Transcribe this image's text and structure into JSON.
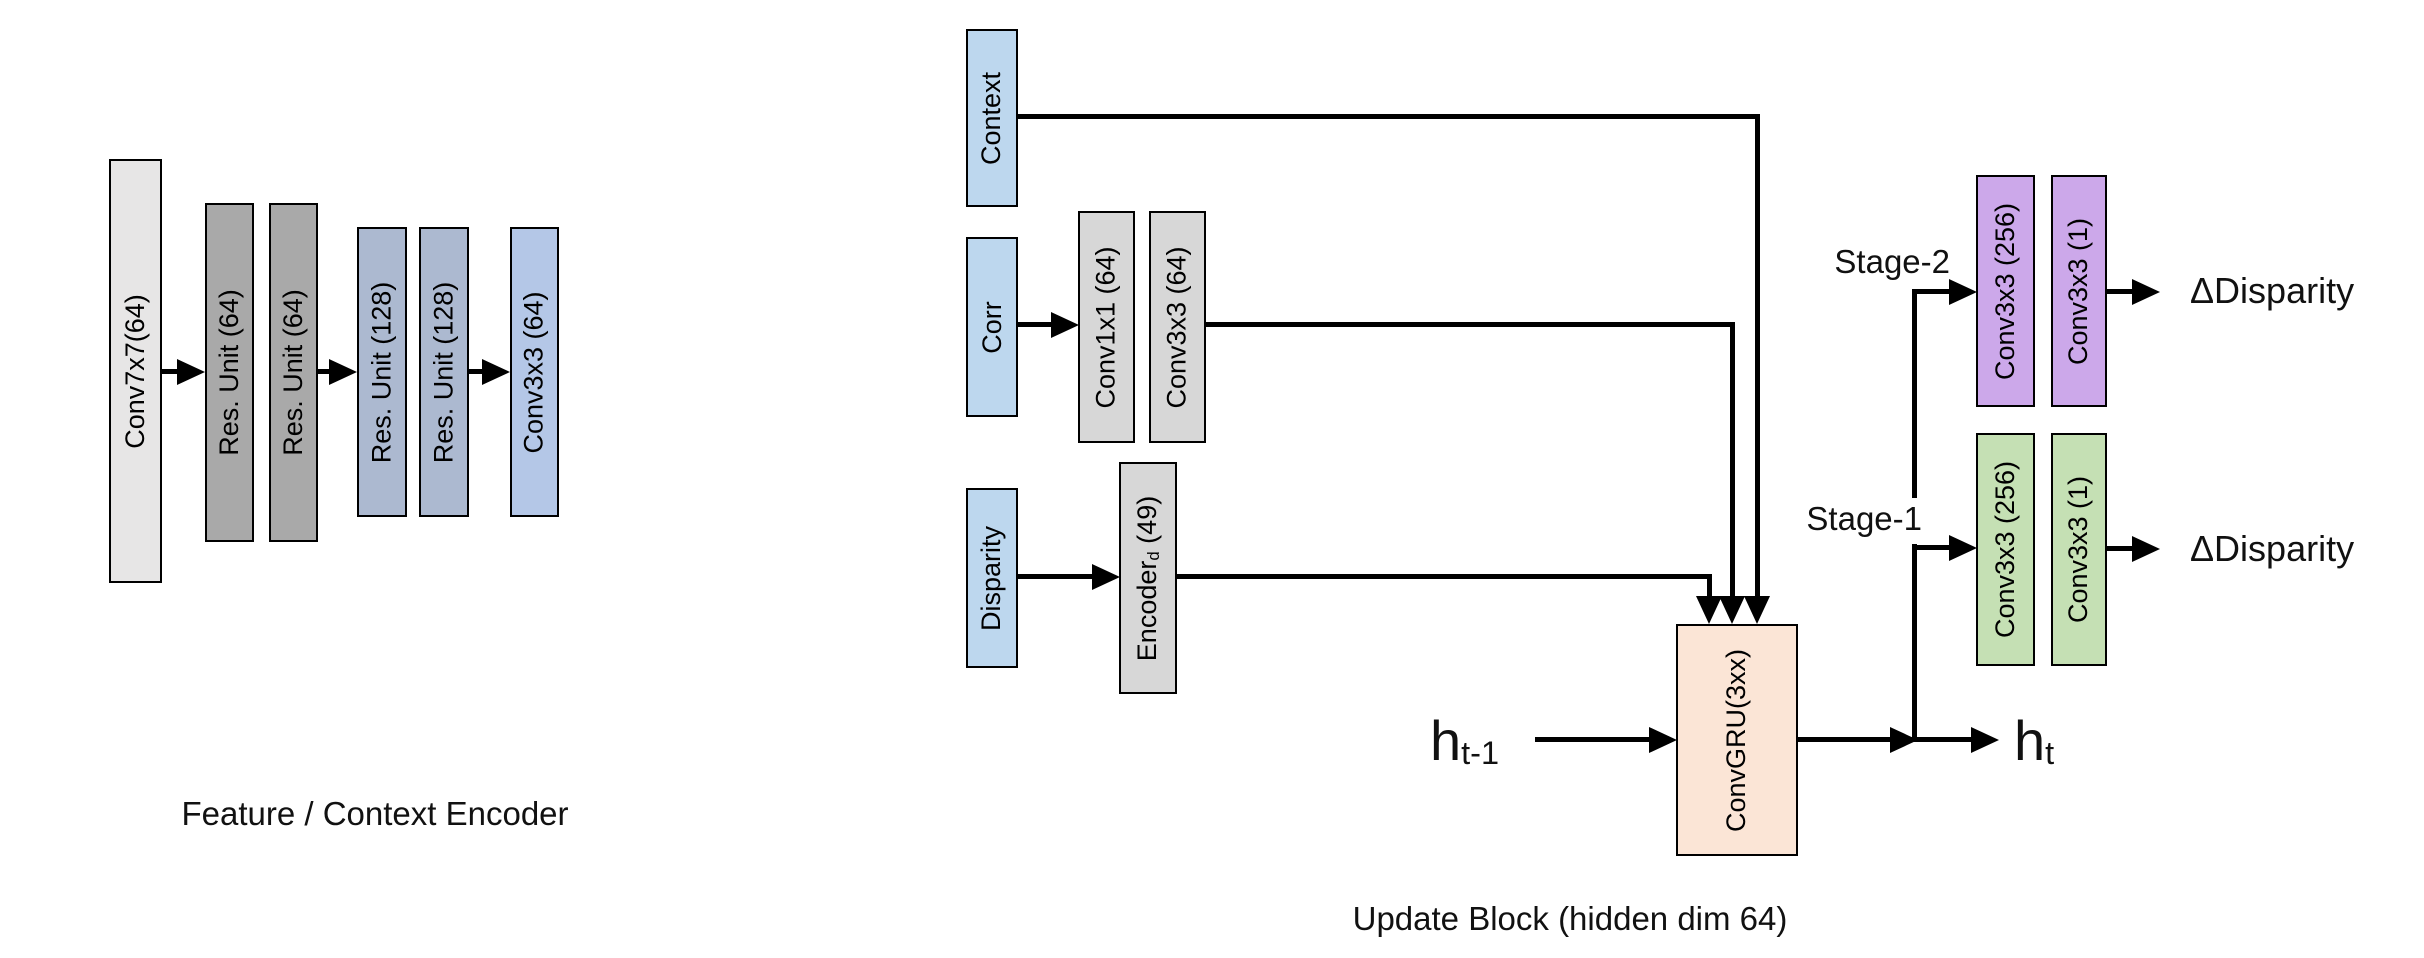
{
  "colors": {
    "gray_light": "#e7e6e6",
    "gray_mid": "#a9a9a9",
    "blue_gray": "#acb9d0",
    "blue_light": "#b4c7e7",
    "input_blue": "#bdd7ee",
    "encoder_gray": "#d7d7d7",
    "gru_peach": "#fbe5d6",
    "head_purple": "#cca8ea",
    "head_green": "#c5e0b4",
    "line_black": "#000000"
  },
  "left": {
    "caption": "Feature / Context Encoder",
    "boxes": [
      "Conv7x7(64)",
      "Res. Unit (64)",
      "Res. Unit (64)",
      "Res. Unit (128)",
      "Res. Unit (128)",
      "Conv3x3 (64)"
    ]
  },
  "update": {
    "caption": "Update Block (hidden dim 64)",
    "inputs": [
      "Context",
      "Corr",
      "Disparity"
    ],
    "corr_enc": [
      "Conv1x1 (64)",
      "Conv3x3 (64)"
    ],
    "disp_enc": {
      "main": "Encoder",
      "sub": "d",
      "rest": " (49)"
    },
    "gru": "ConvGRU(3xx)",
    "h_prev": {
      "main": "h",
      "sub": "t-1"
    },
    "h_next": {
      "main": "h",
      "sub": "t"
    }
  },
  "heads": {
    "stage2": {
      "label": "Stage-2",
      "conv1": "Conv3x3 (256)",
      "conv2": "Conv3x3 (1)",
      "output": "ΔDisparity"
    },
    "stage1": {
      "label": "Stage-1",
      "conv1": "Conv3x3 (256)",
      "conv2": "Conv3x3 (1)",
      "output": "ΔDisparity"
    }
  }
}
